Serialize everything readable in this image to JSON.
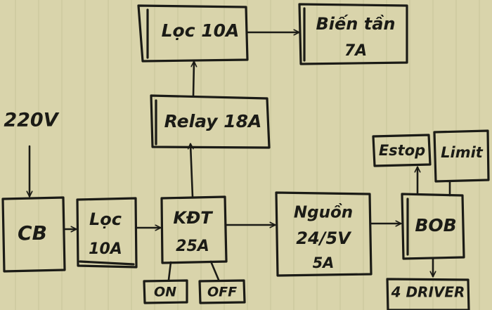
{
  "diagram": {
    "input": {
      "label": "220V"
    },
    "blocks": {
      "cb": {
        "label": "CB"
      },
      "filter_in": {
        "line1": "Lọc",
        "line2": "10A"
      },
      "kdt": {
        "line1": "KĐT",
        "line2": "25A"
      },
      "relay": {
        "label": "Relay 18A"
      },
      "filter_top": {
        "label": "Lọc 10A"
      },
      "inverter": {
        "line1": "Biến tần",
        "line2": "7A"
      },
      "psu": {
        "line1": "Nguồn",
        "line2": "24/5V",
        "line3": "5A"
      },
      "bob": {
        "label": "BOB"
      },
      "estop": {
        "label": "Estop"
      },
      "limit": {
        "label": "Limit"
      },
      "driver": {
        "label": "4 DRIVER"
      },
      "on": {
        "label": "ON"
      },
      "off": {
        "label": "OFF"
      }
    }
  }
}
